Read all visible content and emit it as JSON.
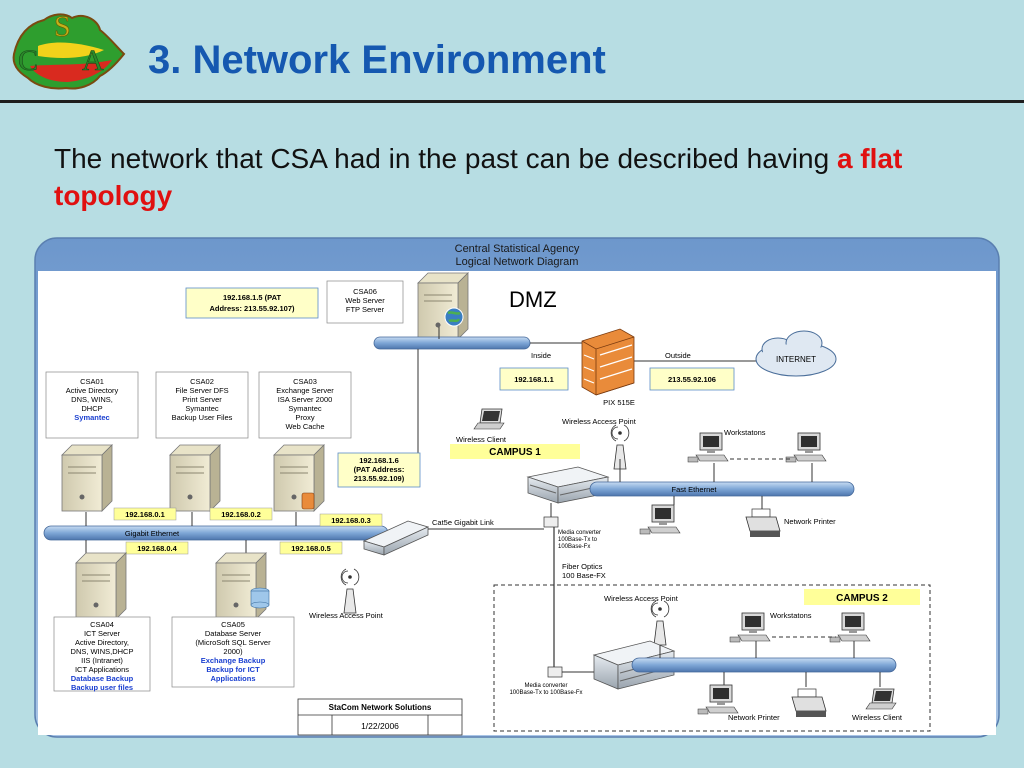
{
  "slide": {
    "logo_letters": [
      "S",
      "C",
      "A"
    ],
    "title": "3. Network Environment",
    "body_text": "The network that CSA had in the past can be described having",
    "body_highlight": "a flat topology",
    "highlight_color": "#e01010",
    "title_color": "#1558b0"
  },
  "diagram": {
    "title_line1": "Central Statistical Agency",
    "title_line2": "Logical Network Diagram",
    "dmz_label": "DMZ",
    "csa06": [
      "CSA06",
      "Web  Server",
      "FTP Server"
    ],
    "pat1": [
      "192.168.1.5 (PAT",
      "Address: 213.55.92.107)"
    ],
    "inside_label": "Inside",
    "outside_label": "Outside",
    "inside_ip": "192.168.1.1",
    "outside_ip": "213.55.92.106",
    "firewall_label": "PIX 515E",
    "internet_label": "INTERNET",
    "csa01": [
      "CSA01",
      "Active Directory",
      "DNS, WINS,",
      "DHCP"
    ],
    "csa01_extra": "Symantec",
    "csa02": [
      "CSA02",
      "File Server DFS",
      "Print Server",
      "Symantec",
      "Backup User Files"
    ],
    "csa03": [
      "CSA03",
      "Exchange Server",
      "ISA Server 2000",
      "Symantec",
      "Proxy",
      "Web Cache"
    ],
    "pat2": [
      "192.168.1.6",
      "(PAT Address:",
      "213.55.92.109)"
    ],
    "wireless_client_1": "Wireless Client",
    "wap_1": "Wireless Access Point",
    "campus1": "CAMPUS 1",
    "workstations_1": "Workstatons",
    "fast_ethernet": "Fast Ethernet",
    "network_printer_1": "Network Printer",
    "ip_01": "192.168.0.1",
    "ip_02": "192.168.0.2",
    "ip_03": "192.168.0.3",
    "ip_04": "192.168.0.4",
    "ip_05": "192.168.0.5",
    "gigabit_ethernet": "Gigabit Ethernet",
    "cat5e": "Cat5e Gigabit Link",
    "media_converter_1": [
      "Media converter",
      "100Base-Tx to",
      "100Base-Fx"
    ],
    "fiber_optics": [
      "Fiber Optics",
      "100 Base-FX"
    ],
    "wap_2": "Wireless Access Point",
    "csa04": [
      "CSA04",
      "ICT Server",
      "Active Directory,",
      "DNS, WINS,DHCP",
      "IIS (Intranet)",
      "ICT Applications"
    ],
    "csa04_extra": [
      "Database Backup",
      "Backup user files"
    ],
    "csa05": [
      "CSA05",
      "Database  Server",
      "(MicroSoft  SQL Server",
      "2000)"
    ],
    "csa05_extra": [
      "Exchange Backup",
      "Backup for ICT",
      "Applications"
    ],
    "wap_3": "Wireless Access Point",
    "campus2": "CAMPUS 2",
    "workstations_2": "Workstatons",
    "media_converter_2": [
      "Media converter",
      "100Base-Tx to 100Base-Fx"
    ],
    "network_printer_2": "Network Printer",
    "wireless_client_2": "Wireless Client",
    "footer_company": "StaCom Network Solutions",
    "footer_date": "1/22/2006"
  },
  "colors": {
    "background": "#b7dde3",
    "diagram_frame": "#8fb3d9",
    "ip_box": "#ffffc8",
    "campus_box": "#ffff99",
    "bus": "#8fb3de"
  },
  "icons": [
    "logo-emblem",
    "server-icon",
    "firewall-icon",
    "cloud-icon",
    "switch-icon",
    "workstation-icon",
    "printer-icon",
    "laptop-icon",
    "antenna-icon"
  ]
}
